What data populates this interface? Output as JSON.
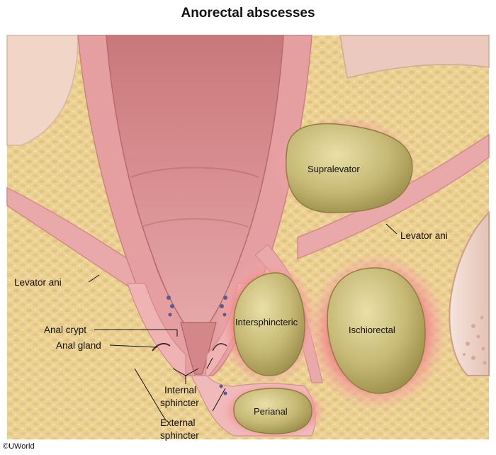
{
  "title": "Anorectal abscesses",
  "labels": {
    "supralevator": "Supralevator",
    "levator_ani_right": "Levator ani",
    "levator_ani_left": "Levator ani",
    "intersphincteric": "Intersphincteric",
    "ischiorectal": "Ischiorectal",
    "anal_crypt": "Anal crypt",
    "anal_gland": "Anal gland",
    "internal_sphincter_1": "Internal",
    "internal_sphincter_2": "sphincter",
    "external_sphincter_1": "External",
    "external_sphincter_2": "sphincter",
    "perianal": "Perianal"
  },
  "copyright": "©UWorld",
  "colors": {
    "fat": "#ecd294",
    "muscle": "#e7a2a4",
    "mucosa": "#d58889",
    "abscess": "#c9bb78",
    "inflammation": "#f19a9a",
    "bone": "#f2dcd2"
  }
}
